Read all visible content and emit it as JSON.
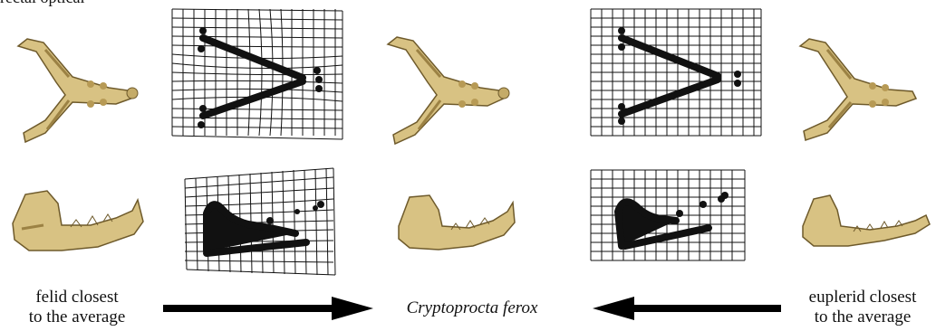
{
  "top_cut_text": "rectal optical",
  "labels": {
    "left": [
      "felid closest",
      "to the average"
    ],
    "center": "Cryptoprocta ferox",
    "right": [
      "euplerid closest",
      "to the average"
    ]
  },
  "colors": {
    "bone": "#d8c283",
    "bone_shade": "#9c8244",
    "bone_dark": "#6e5a2b",
    "grid": "#111111",
    "landmark": "#111111",
    "arrow": "#000000"
  },
  "arrows": {
    "left_arrow": "points-right",
    "right_arrow": "points-left"
  }
}
